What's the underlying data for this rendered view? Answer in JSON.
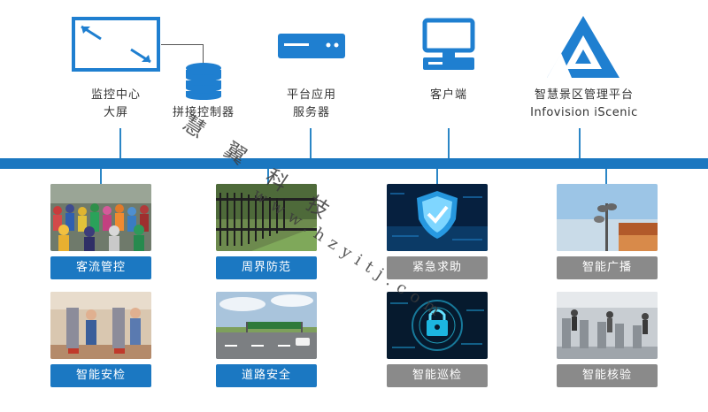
{
  "top": {
    "monitor": {
      "line1": "监控中心",
      "line2": "大屏"
    },
    "splicer": {
      "label": "拼接控制器"
    },
    "server": {
      "line1": "平台应用",
      "line2": "服务器"
    },
    "client": {
      "label": "客户端"
    },
    "platform": {
      "line1": "智慧景区管理平台",
      "line2": "Infovision  iScenic"
    }
  },
  "modules": [
    {
      "label": "客流管控",
      "style": "blue"
    },
    {
      "label": "周界防范",
      "style": "blue"
    },
    {
      "label": "紧急求助",
      "style": "gray"
    },
    {
      "label": "智能广播",
      "style": "gray"
    },
    {
      "label": "智能安检",
      "style": "blue"
    },
    {
      "label": "道路安全",
      "style": "blue"
    },
    {
      "label": "智能巡检",
      "style": "gray"
    },
    {
      "label": "智能核验",
      "style": "gray"
    }
  ],
  "colors": {
    "blue": "#1b78c2",
    "gray": "#8a8a8a",
    "bus": "#1b77c0"
  },
  "watermark": {
    "line1": "慧 翼 科 技",
    "line2": "www.hzyitj.com"
  }
}
